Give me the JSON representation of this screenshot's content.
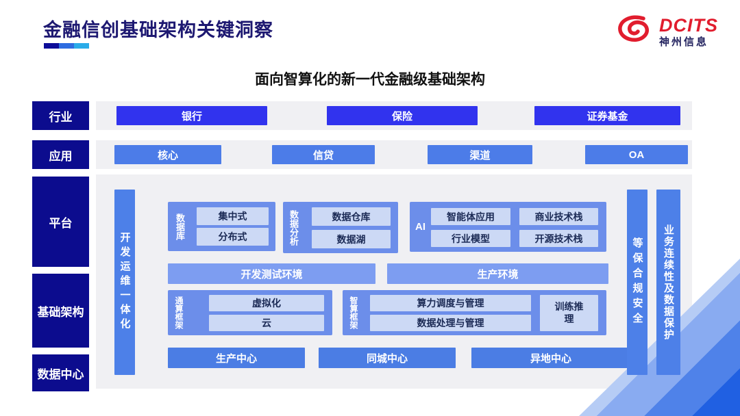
{
  "page": {
    "title": "金融信创基础架构关键洞察",
    "subtitle": "面向智算化的新一代金融级基础架构"
  },
  "logo": {
    "brand": "DCITS",
    "company": "神州信息"
  },
  "colors": {
    "brand_red": "#e11d2e",
    "navy": "#0c0c8e",
    "vivid_blue": "#3133ee",
    "medium_blue": "#4c7ce8",
    "group_blue": "#6c8eea",
    "light_fill": "#ccd9f5",
    "panel_gray": "#f0f0f3"
  },
  "sidebar": {
    "items": [
      {
        "label": "行业"
      },
      {
        "label": "应用"
      },
      {
        "label": "平台"
      },
      {
        "label": "基础架构"
      },
      {
        "label": "数据中心"
      }
    ]
  },
  "industry_row": {
    "items": [
      "银行",
      "保险",
      "证券基金"
    ]
  },
  "application_row": {
    "items": [
      "核心",
      "信贷",
      "渠道",
      "OA"
    ]
  },
  "platform": {
    "devops_bar": "开发运维一体化",
    "database_group": {
      "label": "数据库",
      "items": [
        "集中式",
        "分布式"
      ]
    },
    "analytics_group": {
      "label": "数据分析",
      "items": [
        "数据仓库",
        "数据湖"
      ]
    },
    "ai_group": {
      "label": "AI",
      "items": [
        "智能体应用",
        "商业技术栈",
        "行业模型",
        "开源技术栈"
      ]
    },
    "environments": [
      "开发测试环境",
      "生产环境"
    ],
    "general_compute_group": {
      "label": "通算框架",
      "items": [
        "虚拟化",
        "云"
      ]
    },
    "ai_compute_group": {
      "label": "智算框架",
      "items": [
        "算力调度与管理",
        "数据处理与管理"
      ],
      "side_item": "训练推理"
    },
    "datacenters": [
      "生产中心",
      "同城中心",
      "异地中心"
    ],
    "security_bar": "等保合规安全",
    "continuity_bar": "业务连续性及数据保护"
  }
}
